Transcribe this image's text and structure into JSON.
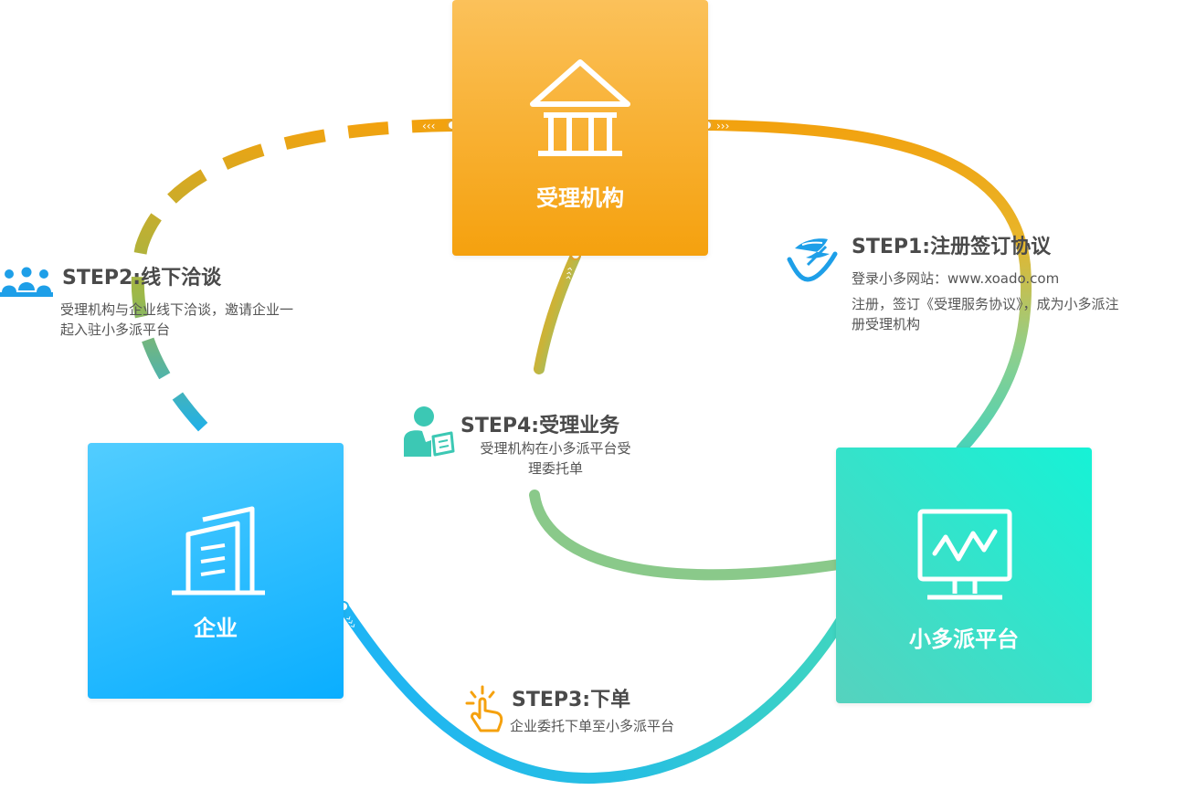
{
  "nodes": {
    "institution": {
      "label": "受理机构",
      "icon": "building-icon",
      "color": "#f5a10e"
    },
    "enterprise": {
      "label": "企业",
      "icon": "office-buildings-icon",
      "color": "#0aaeff"
    },
    "platform": {
      "label": "小多派平台",
      "icon": "monitor-chart-icon",
      "color": "#16f2d6"
    }
  },
  "steps": {
    "step1": {
      "title": "STEP1:注册签订协议",
      "lines": [
        "登录小多网站：www.xoado.com",
        "注册，签订《受理服务协议》，成为小多派注",
        "册受理机构"
      ],
      "icon": "quill-signature-icon",
      "icon_color": "#1e9fe8"
    },
    "step2": {
      "title": "STEP2:线下洽谈",
      "lines": [
        "受理机构与企业线下洽谈，邀请企业一",
        "起入驻小多派平台"
      ],
      "icon": "meeting-people-icon",
      "icon_color": "#1e9fe8"
    },
    "step3": {
      "title": "STEP3:下单",
      "lines": [
        "企业委托下单至小多派平台"
      ],
      "icon": "click-hand-icon",
      "icon_color": "#f5a10e"
    },
    "step4": {
      "title": "STEP4:受理业务",
      "lines": [
        "受理机构在小多派平台受",
        "理委托单"
      ],
      "icon": "person-document-icon",
      "icon_color": "#3cc8b4"
    }
  },
  "colors": {
    "orange": "#f2a20f",
    "blue": "#1ab0f0",
    "teal": "#3fd0b8",
    "text": "#4a4a4a"
  }
}
